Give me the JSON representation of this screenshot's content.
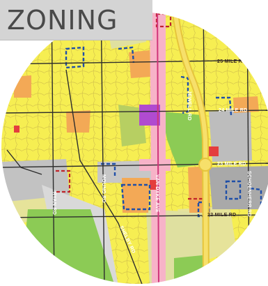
{
  "title": "ZONING",
  "zone_colors": {
    "single_family": "#f6ee52",
    "multi_family": "#f3a956",
    "commercial": "#f7b3c8",
    "industrial": "#c2c2c2",
    "park": "#8ccb55",
    "office": "#9c9c9c",
    "special": "#b04bd0",
    "ag": "#dfe0a0"
  },
  "road_labels": {
    "mile25": "25 MILE RD",
    "mile24": "24 MILE RD",
    "mile23": "23 MILE RD",
    "mile22": "22 MILE RD",
    "van_dyke": "VAN DYKE AVE",
    "mound": "MOUND RD",
    "ryan": "RYAN RD",
    "jewell": "JEWELL RD",
    "schoenherr": "SCHOENHERR RD",
    "shelby": "SHELBY RD"
  }
}
